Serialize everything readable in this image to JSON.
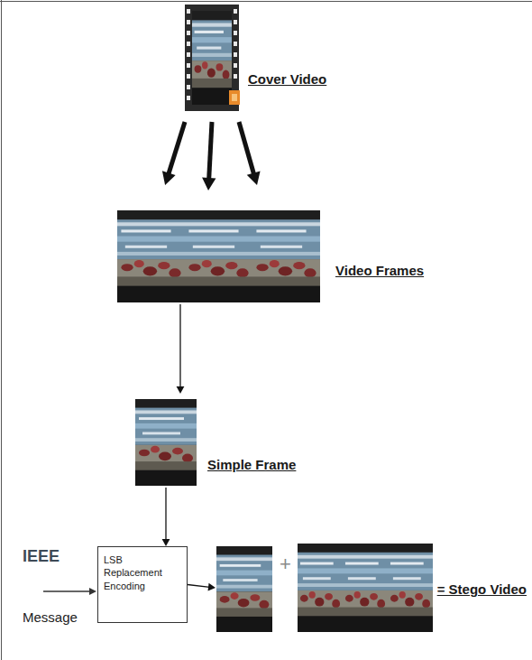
{
  "diagram": {
    "nodes": [
      {
        "text": [
          "Cover Video"
        ]
      },
      {
        "text": [
          "Video Frames"
        ]
      },
      {
        "text": [
          "Simple Frame"
        ]
      },
      {
        "text": [
          "LSB Replacement Encoding"
        ]
      },
      {
        "text": [
          "= Stego Video"
        ]
      }
    ],
    "edges": [
      {
        "from": 0,
        "to": 1,
        "arrow": "to"
      },
      {
        "from": 0,
        "to": 1,
        "arrow": "to"
      },
      {
        "from": 0,
        "to": 1,
        "arrow": "to"
      },
      {
        "from": 1,
        "to": 2,
        "arrow": "to"
      },
      {
        "from": 2,
        "to": 3,
        "arrow": "to"
      },
      {
        "from": 3,
        "to": 4,
        "arrow": "to"
      }
    ],
    "labels": [
      "IEEE",
      "Message",
      "+"
    ]
  }
}
